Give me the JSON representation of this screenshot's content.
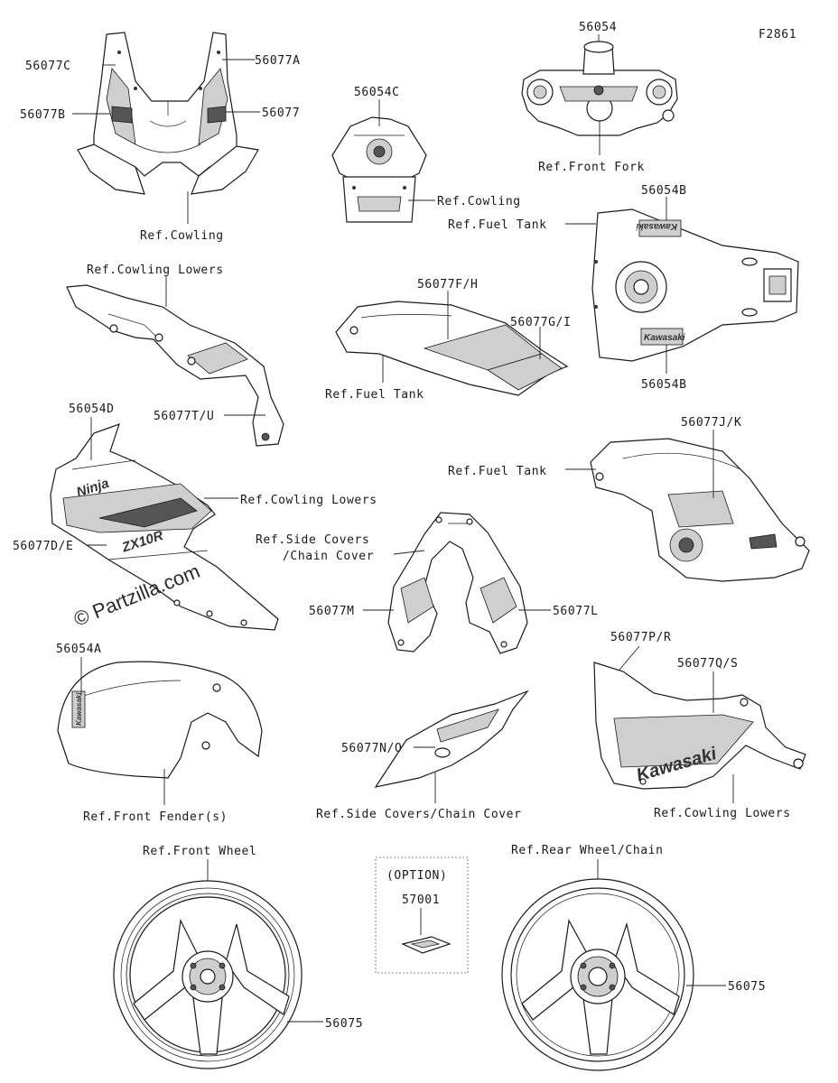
{
  "figure_code": "F2861",
  "watermark": "© Partzilla.com",
  "labels": {
    "l56054": "56054",
    "ref_front_fork": "Ref.Front Fork",
    "l56054C": "56054C",
    "ref_cowling_mid": "Ref.Cowling",
    "l56077C": "56077C",
    "l56077A": "56077A",
    "l56077B": "56077B",
    "l56077": "56077",
    "ref_cowling_left": "Ref.Cowling",
    "l56054B_top": "56054B",
    "ref_fuel_tank_1": "Ref.Fuel Tank",
    "l56054B_bot": "56054B",
    "ref_cowling_lowers_1": "Ref.Cowling Lowers",
    "l56077TU": "56077T/U",
    "l56077FH": "56077F/H",
    "l56077GI": "56077G/I",
    "ref_fuel_tank_2": "Ref.Fuel Tank",
    "l56054D": "56054D",
    "ref_cowling_lowers_2": "Ref.Cowling Lowers",
    "l56077DE": "56077D/E",
    "l56077JK": "56077J/K",
    "ref_fuel_tank_3": "Ref.Fuel Tank",
    "ref_side_covers_a": "Ref.Side Covers",
    "ref_side_covers_b": "/Chain Cover",
    "l56077M": "56077M",
    "l56077L": "56077L",
    "l56054A": "56054A",
    "ref_front_fender": "Ref.Front Fender(s)",
    "l56077NO": "56077N/O",
    "ref_side_covers_chain": "Ref.Side Covers/Chain Cover",
    "l56077PR": "56077P/R",
    "l56077QS": "56077Q/S",
    "ref_cowling_lowers_3": "Ref.Cowling Lowers",
    "ref_front_wheel": "Ref.Front Wheel",
    "ref_rear_wheel": "Ref.Rear Wheel/Chain",
    "option": "(OPTION)",
    "l57001": "57001",
    "l56075_left": "56075",
    "l56075_right": "56075"
  },
  "decal_text": {
    "kawasaki": "Kawasaki",
    "ninja": "Ninja",
    "zx10r": "ZX10R"
  }
}
